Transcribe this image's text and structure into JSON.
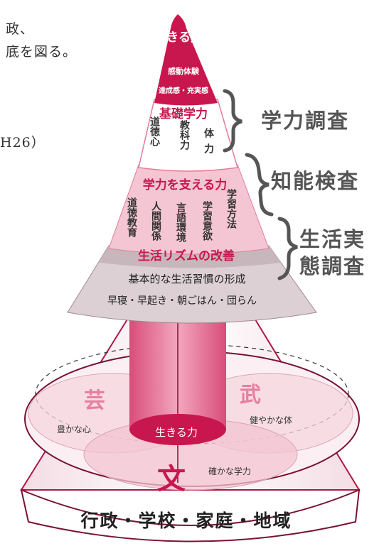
{
  "background_fragments": {
    "line1": "政、",
    "line2": "底を図る。",
    "line3": "H26）"
  },
  "pyramid": {
    "apex": "生きる力",
    "apex_sub1": "感動体験",
    "apex_sub2": "達成感・充実感",
    "basic_skills": {
      "title": "基礎学力",
      "items": [
        "道徳心",
        "教科力",
        "体力"
      ]
    },
    "supporting": {
      "title": "学力を支える力",
      "items": [
        "道徳教育",
        "人間関係",
        "言語環境",
        "学習意欲",
        "学習方法"
      ]
    },
    "lifestyle": {
      "title": "生活リズムの改善",
      "line1": "基本的な生活習慣の形成",
      "line2": "早寝・早起き・朝ごはん・団らん"
    },
    "base": {
      "gei": "芸",
      "bu": "武",
      "bun": "文",
      "heart": "豊かな心",
      "body": "健やかな体",
      "learning": "確かな学力",
      "center": "生きる力"
    },
    "bottom_band": "行政・学校・家庭・地域"
  },
  "surveys": {
    "academic": "学力調査",
    "intelligence": "知能検査",
    "life_line1": "生活実",
    "life_line2": "態調査"
  },
  "colors": {
    "crimson": "#c8174e",
    "pink_light": "#f4c6d3",
    "pink_mid": "#e893ad",
    "gray_band": "#c7b7bc"
  }
}
